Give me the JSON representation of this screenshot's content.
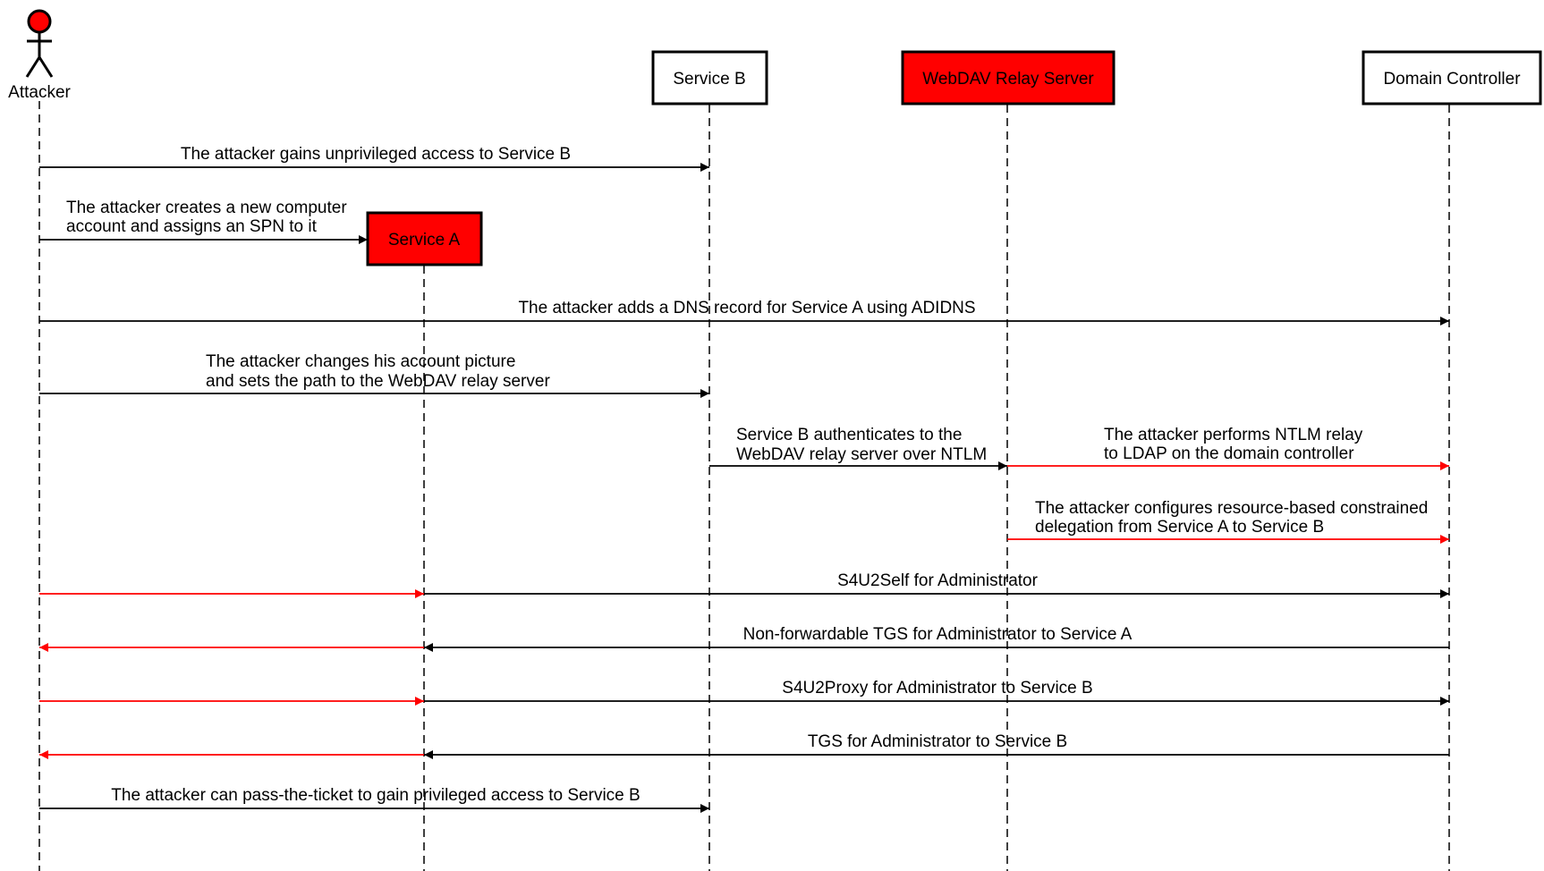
{
  "colors": {
    "highlight": "#ff0000",
    "line": "#000000",
    "box_fill": "#ffffff"
  },
  "actor": {
    "label": "Attacker"
  },
  "participants": {
    "service_b": {
      "label": "Service B"
    },
    "webdav": {
      "label": "WebDAV Relay Server"
    },
    "dc": {
      "label": "Domain Controller"
    },
    "service_a": {
      "label": "Service A"
    }
  },
  "messages": [
    {
      "id": "m1",
      "lines": [
        "The attacker gains unprivileged access to Service B"
      ]
    },
    {
      "id": "m2",
      "lines": [
        "The attacker creates a new computer",
        "account and assigns an SPN to it"
      ]
    },
    {
      "id": "m3",
      "lines": [
        "The attacker adds a DNS record for Service A using ADIDNS"
      ]
    },
    {
      "id": "m4",
      "lines": [
        "The attacker changes his account picture",
        "and sets the path to the WebDAV relay server"
      ]
    },
    {
      "id": "m5",
      "lines": [
        "Service B authenticates to the",
        "WebDAV relay server over NTLM"
      ]
    },
    {
      "id": "m6",
      "lines": [
        "The attacker performs NTLM relay",
        "to LDAP on the domain controller"
      ]
    },
    {
      "id": "m7",
      "lines": [
        "The attacker configures resource-based constrained",
        "delegation from Service A to Service B"
      ]
    },
    {
      "id": "m8",
      "lines": [
        "S4U2Self for Administrator"
      ]
    },
    {
      "id": "m9",
      "lines": [
        "Non-forwardable TGS for Administrator to Service A"
      ]
    },
    {
      "id": "m10",
      "lines": [
        "S4U2Proxy for Administrator to Service B"
      ]
    },
    {
      "id": "m11",
      "lines": [
        "TGS for Administrator to Service B"
      ]
    },
    {
      "id": "m12",
      "lines": [
        "The attacker can pass-the-ticket to gain privileged access to Service B"
      ]
    }
  ]
}
